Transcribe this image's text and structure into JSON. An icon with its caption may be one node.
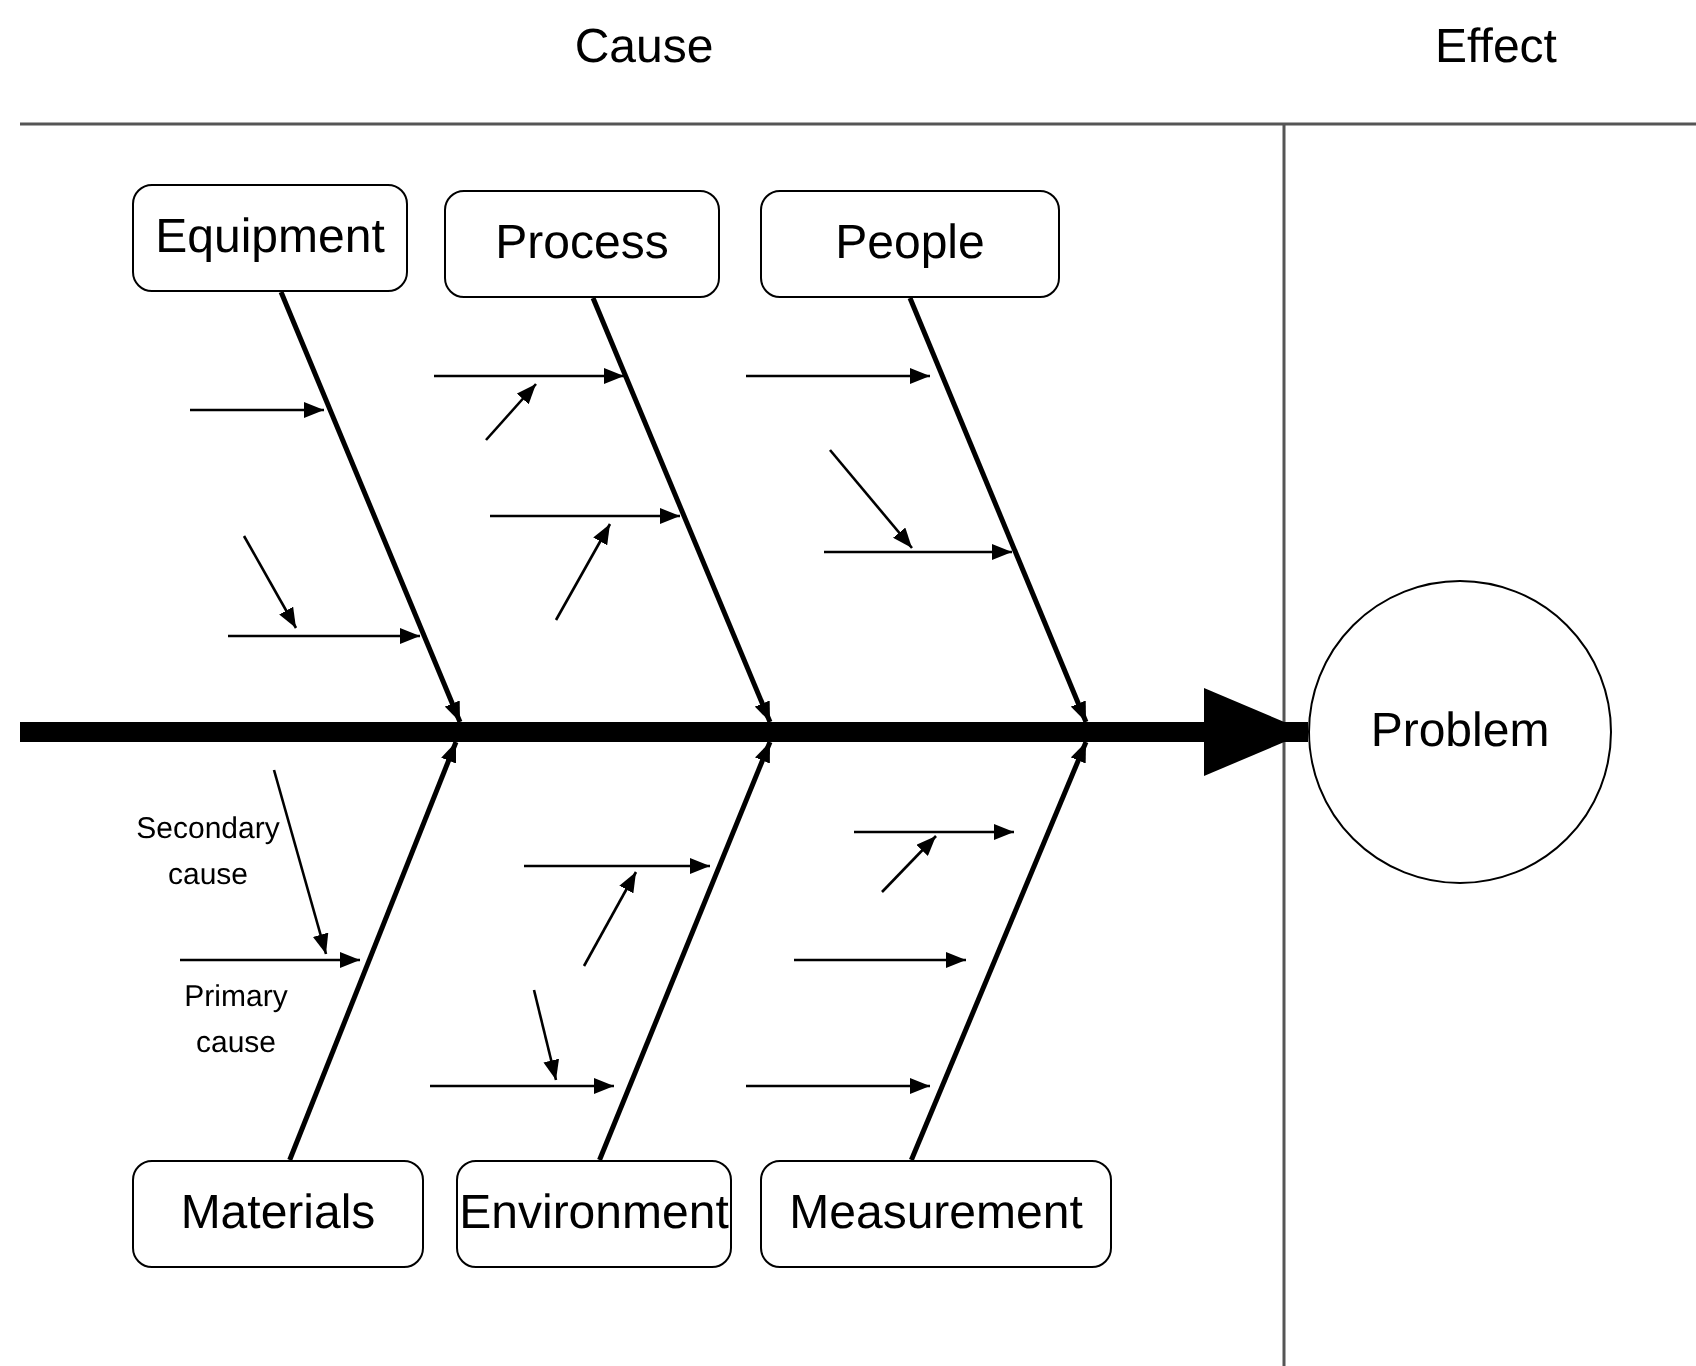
{
  "diagram": {
    "nodes": [
      {
        "text": [
          "Equipment"
        ]
      },
      {
        "text": [
          "Process"
        ]
      },
      {
        "text": [
          "People"
        ]
      },
      {
        "text": [
          "Materials"
        ]
      },
      {
        "text": [
          "Environment"
        ]
      },
      {
        "text": [
          "Measurement"
        ]
      },
      {
        "text": [
          "Problem"
        ]
      }
    ],
    "edges": [
      {
        "from": null,
        "to": 6,
        "arrow": "to",
        "style": "thick"
      },
      {
        "from": 0,
        "to": null,
        "arrow": "to"
      },
      {
        "from": 1,
        "to": null,
        "arrow": "to"
      },
      {
        "from": 2,
        "to": null,
        "arrow": "to"
      },
      {
        "from": 3,
        "to": null,
        "arrow": "to"
      },
      {
        "from": 4,
        "to": null,
        "arrow": "to"
      },
      {
        "from": 5,
        "to": null,
        "arrow": "to"
      }
    ],
    "labels": [
      "Cause",
      "Effect",
      "Secondary cause",
      "Primary cause"
    ]
  }
}
